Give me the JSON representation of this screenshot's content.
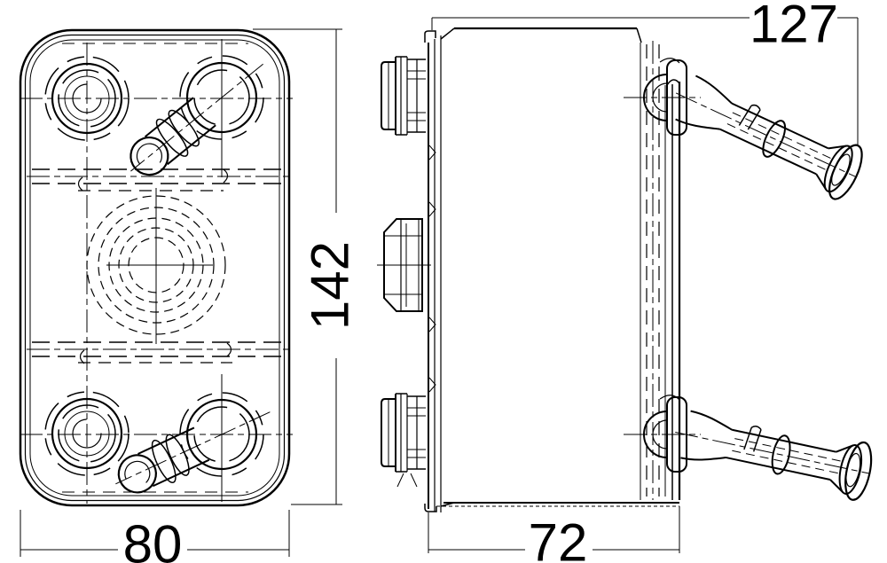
{
  "drawing": {
    "background_color": "#ffffff",
    "line_color": "#000000",
    "dimensions": {
      "front_width": "80",
      "front_height": "142",
      "side_depth": "72",
      "side_total_depth": "127"
    }
  }
}
